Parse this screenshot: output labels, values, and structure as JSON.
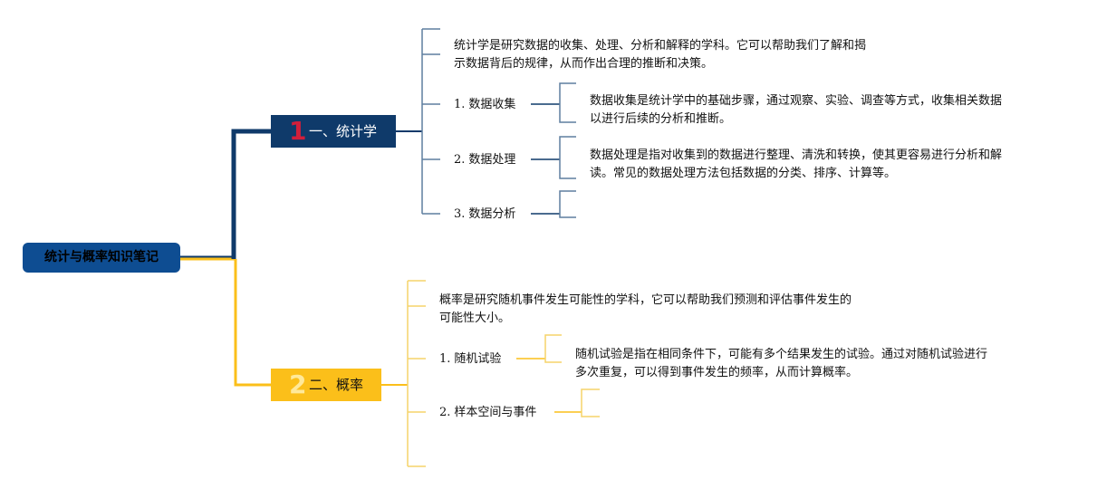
{
  "root": {
    "title": "统计与概率知识笔记"
  },
  "branches": [
    {
      "number": "1",
      "label": "一、统计学",
      "description": [
        "统计学是研究数据的收集、处理、分析和解释的学科。它可以帮助我们了解和揭",
        "示数据背后的规律，从而作出合理的推断和决策。"
      ],
      "items": [
        {
          "index": "1.",
          "label": "数据收集",
          "detail": [
            "数据收集是统计学中的基础步骤，通过观察、实验、调查等方式，收集相关数据",
            "以进行后续的分析和推断。"
          ]
        },
        {
          "index": "2.",
          "label": "数据处理",
          "detail": [
            "数据处理是指对收集到的数据进行整理、清洗和转换，使其更容易进行分析和解",
            "读。常见的数据处理方法包括数据的分类、排序、计算等。"
          ]
        },
        {
          "index": "3.",
          "label": "数据分析",
          "detail": []
        }
      ]
    },
    {
      "number": "2",
      "label": "二、概率",
      "description": [
        "概率是研究随机事件发生可能性的学科，它可以帮助我们预测和评估事件发生的",
        "可能性大小。"
      ],
      "items": [
        {
          "index": "1.",
          "label": "随机试验",
          "detail": [
            "随机试验是指在相同条件下，可能有多个结果发生的试验。通过对随机试验进行",
            "多次重复，可以得到事件发生的频率，从而计算概率。"
          ]
        },
        {
          "index": "2.",
          "label": "样本空间与事件",
          "detail": []
        }
      ]
    }
  ],
  "colors": {
    "root": "#0e4d92",
    "branch1": "#0f3a6a",
    "branch2": "#fbbf1a",
    "branch1_number": "#d11f3b",
    "line1_light": "#5f7f9f",
    "line2_light": "#f5d36a"
  }
}
